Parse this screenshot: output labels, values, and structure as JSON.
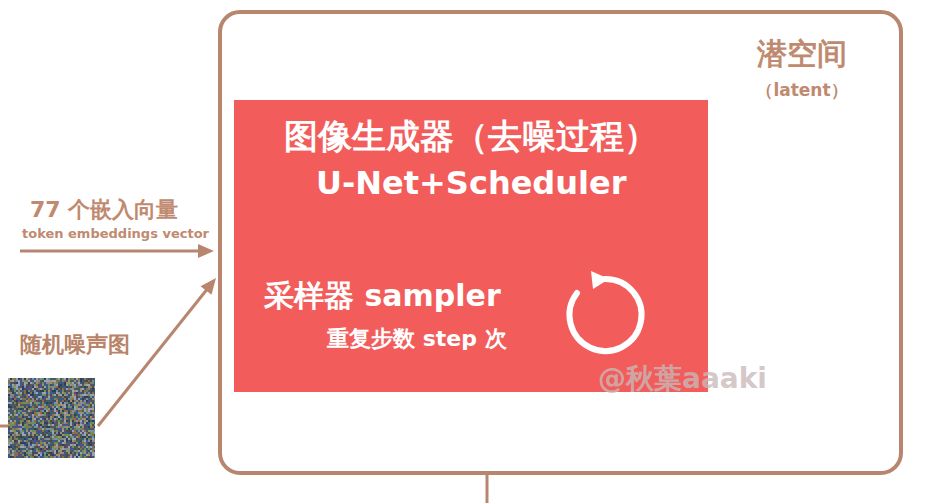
{
  "diagram": {
    "nodes": [
      {
        "text": [
          "潜空间",
          "（latent）"
        ]
      },
      {
        "text": [
          "图像生成器（去噪过程）",
          "U-Net+Scheduler",
          "采样器 sampler",
          "重复步数 step 次"
        ],
        "in": 0
      },
      {
        "text": [
          "随机噪声图"
        ]
      }
    ],
    "edges": [
      {
        "from": 2,
        "to": 0,
        "arrow": "to"
      }
    ],
    "labels": [
      "77 个嵌入向量",
      "token embeddings vector",
      "@秋葉aaaki"
    ]
  }
}
